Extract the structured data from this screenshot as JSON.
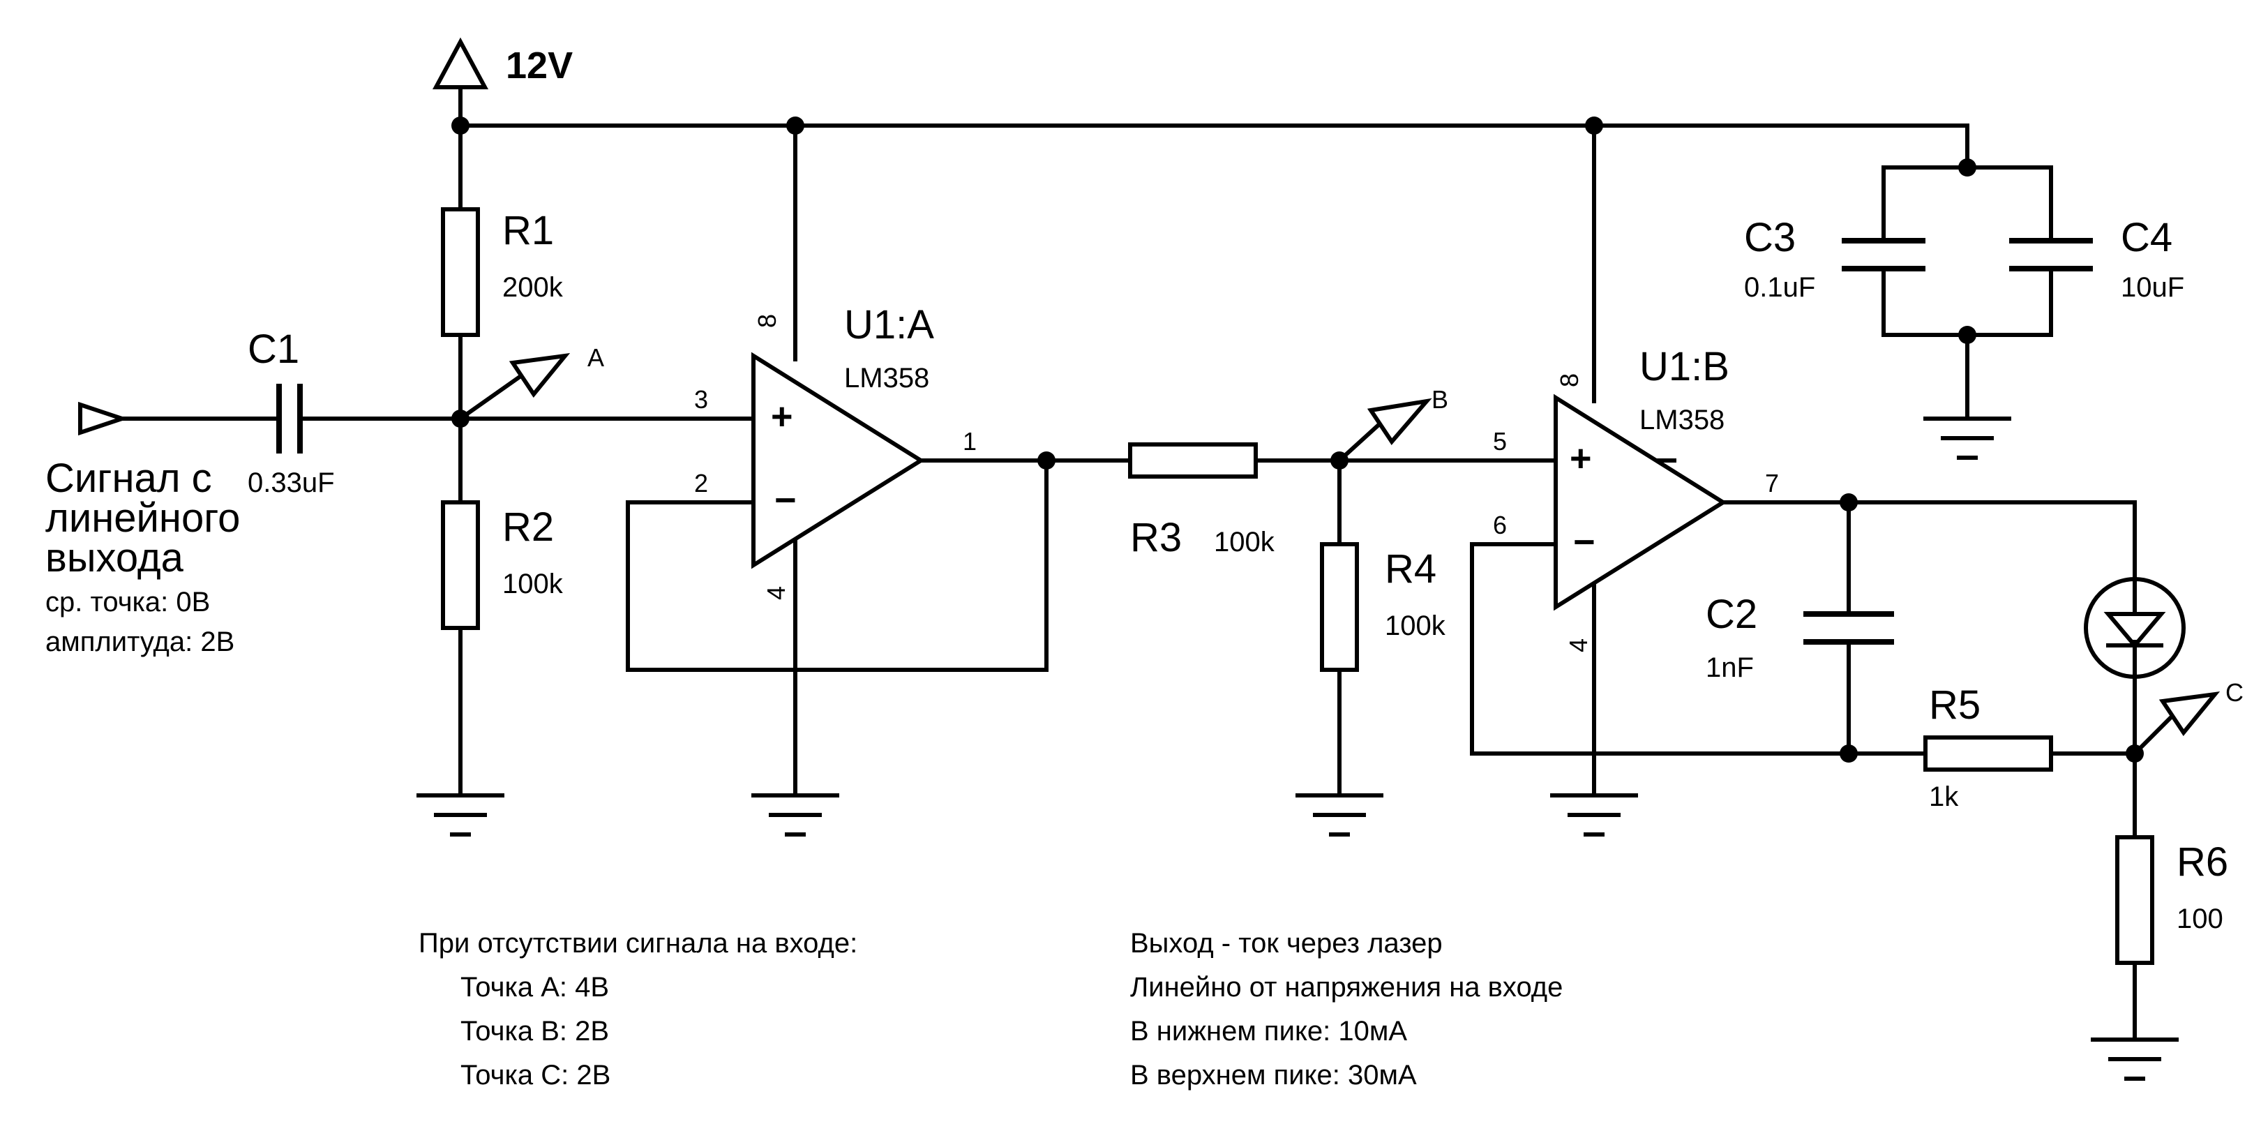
{
  "supply": {
    "label": "12V"
  },
  "components": {
    "R1": {
      "ref": "R1",
      "value": "200k"
    },
    "R2": {
      "ref": "R2",
      "value": "100k"
    },
    "R3": {
      "ref": "R3",
      "value": "100k"
    },
    "R4": {
      "ref": "R4",
      "value": "100k"
    },
    "R5": {
      "ref": "R5",
      "value": "1k"
    },
    "R6": {
      "ref": "R6",
      "value": "100"
    },
    "C1": {
      "ref": "C1",
      "value": "0.33uF"
    },
    "C2": {
      "ref": "C2",
      "value": "1nF"
    },
    "C3": {
      "ref": "C3",
      "value": "0.1uF"
    },
    "C4": {
      "ref": "C4",
      "value": "10uF"
    },
    "U1A": {
      "ref": "U1:A",
      "part": "LM358",
      "pin_noninv": "3",
      "pin_inv": "2",
      "pin_out": "1",
      "pin_vcc": "8",
      "pin_gnd": "4",
      "plus": "+",
      "minus": "−"
    },
    "U1B": {
      "ref": "U1:B",
      "part": "LM358",
      "pin_noninv": "5",
      "pin_inv": "6",
      "pin_out": "7",
      "pin_vcc": "8",
      "pin_gnd": "4",
      "plus": "+",
      "minus": "−"
    }
  },
  "probes": {
    "A": "A",
    "B": "B",
    "C": "C"
  },
  "input_label": {
    "line1": "Сигнал с",
    "line2": "линейного",
    "line3": "выхода",
    "line4": "ср. точка: 0В",
    "line5": "амплитуда: 2В"
  },
  "notes_left": {
    "heading": "При отсутствии сигнала на входе:",
    "lines": [
      "Точка А: 4В",
      "Точка В: 2В",
      "Точка С: 2В"
    ]
  },
  "notes_right": {
    "lines": [
      "Выход - ток через лазер",
      "Линейно от напряжения на входе",
      "В нижнем пике: 10мА",
      "В верхнем пике: 30мА"
    ]
  }
}
